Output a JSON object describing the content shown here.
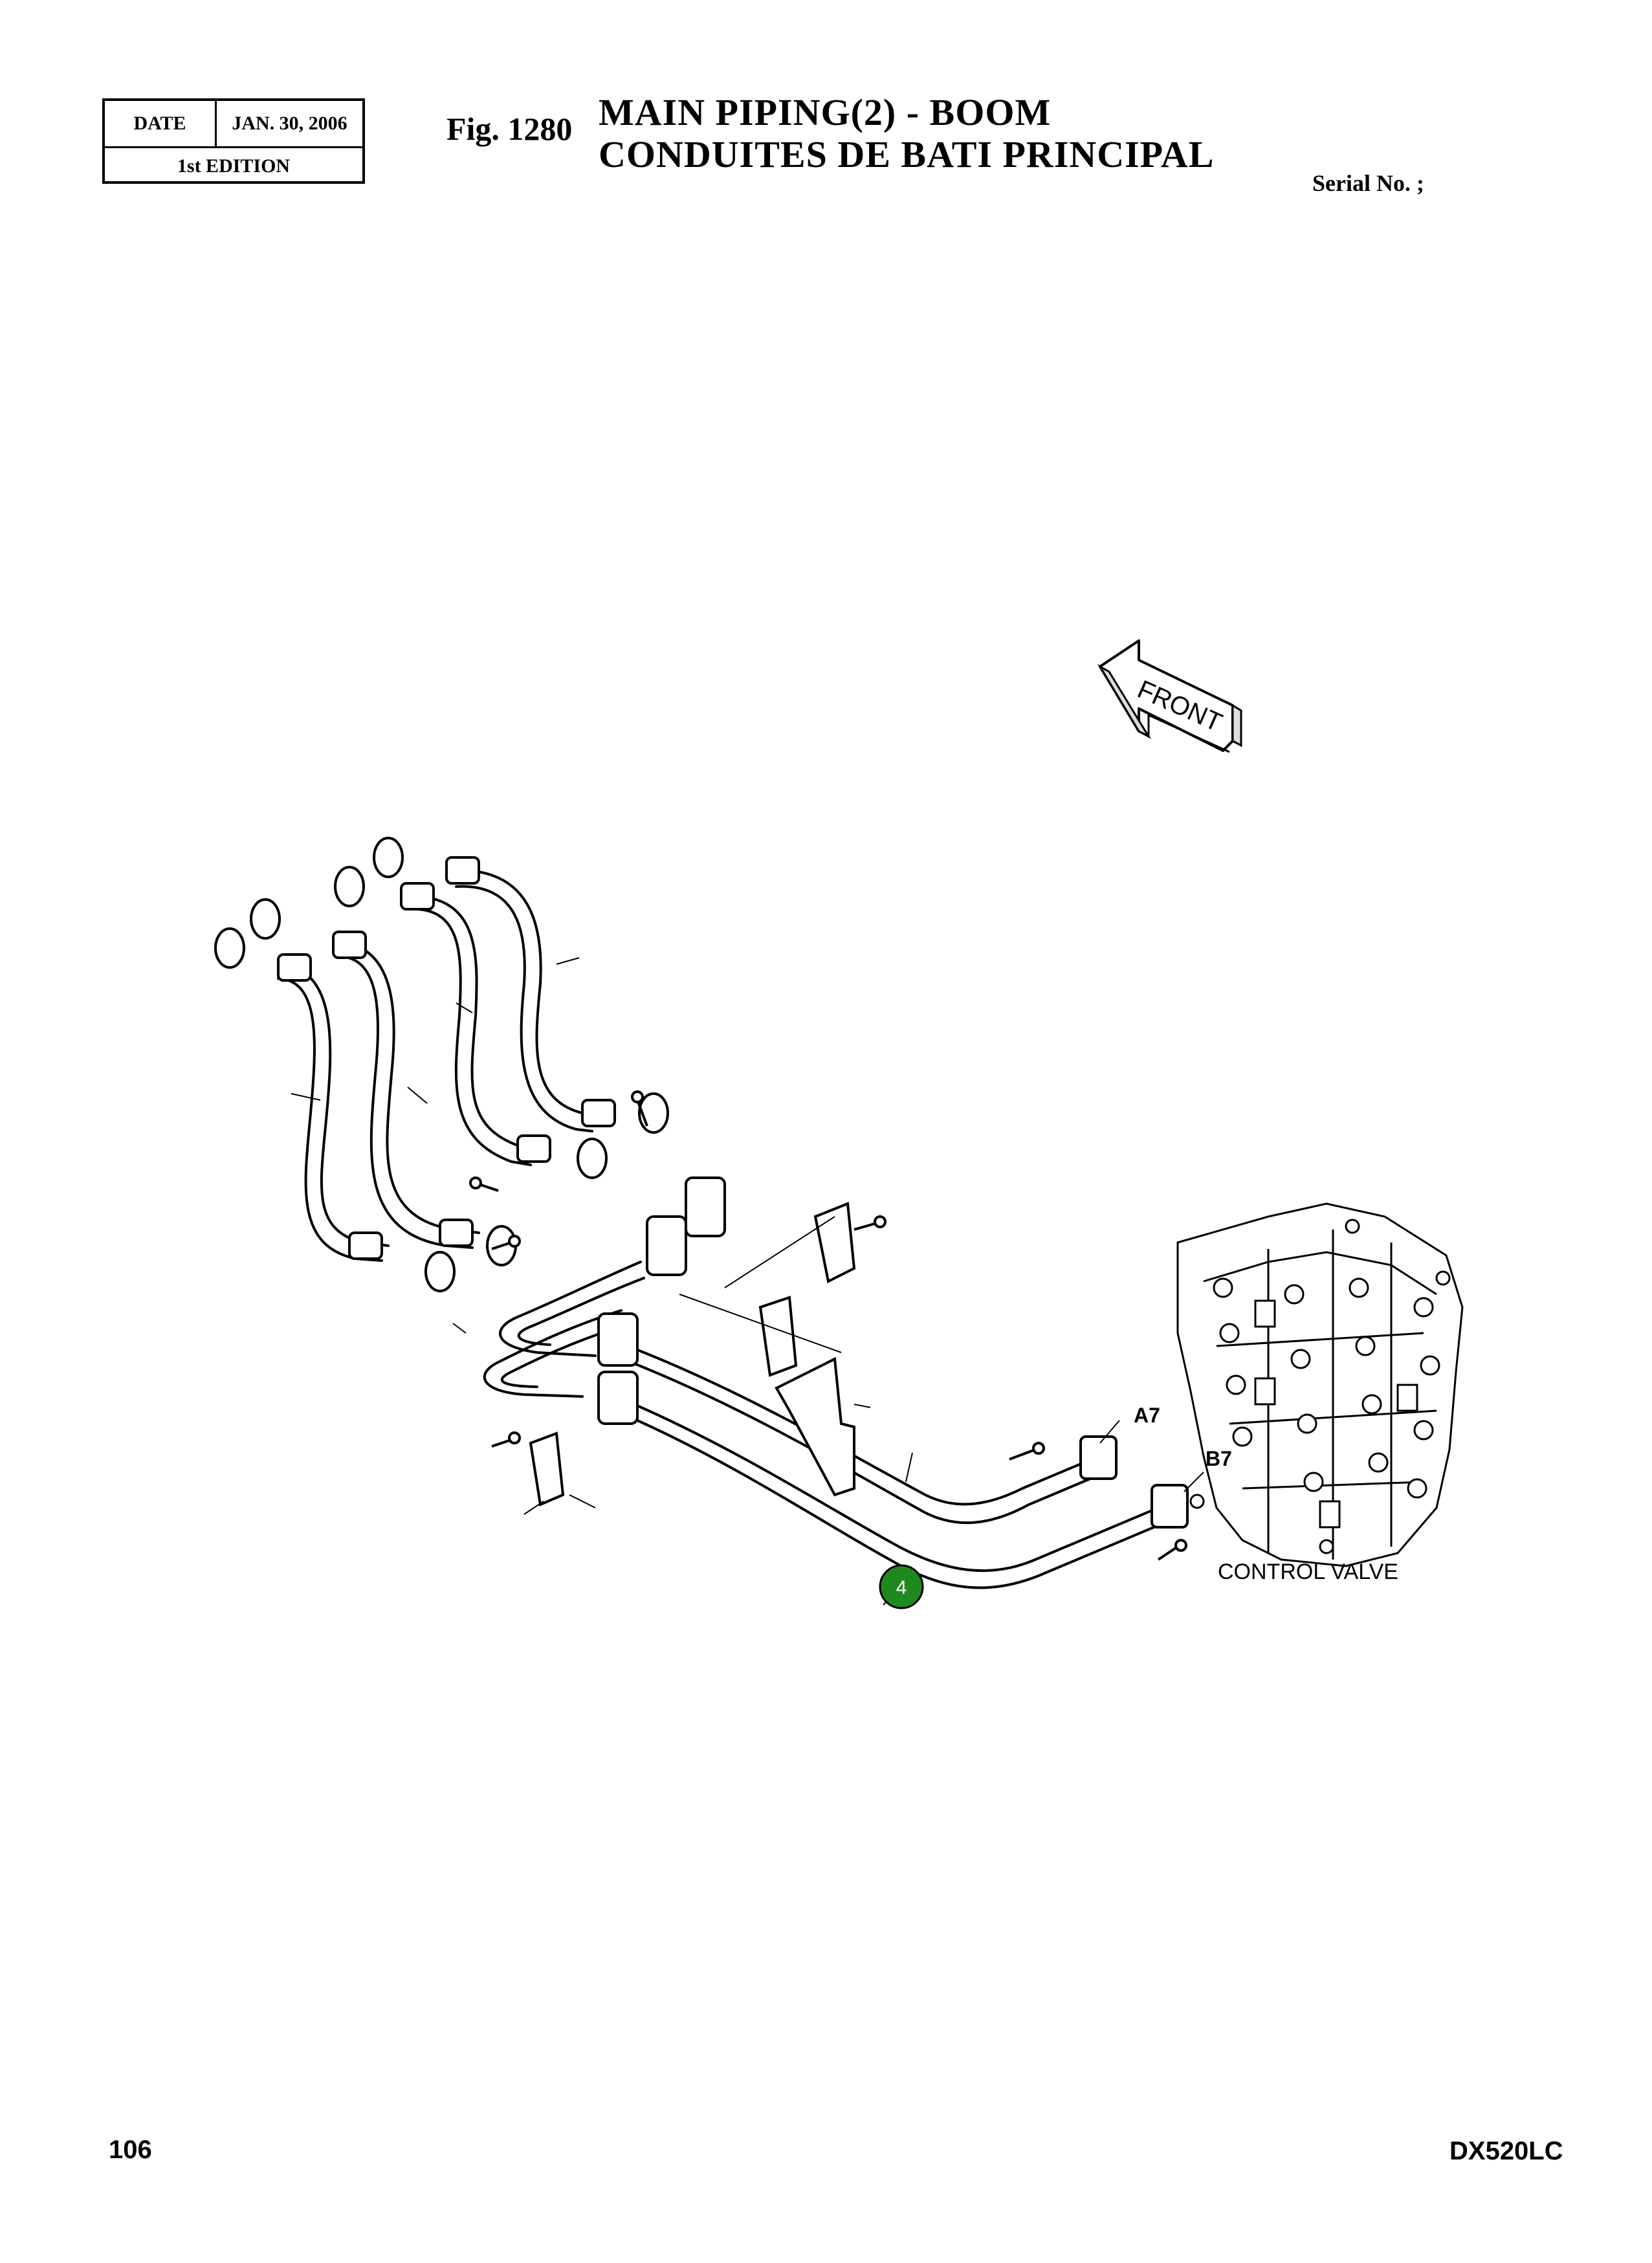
{
  "header": {
    "date_label": "DATE",
    "date_value": "JAN. 30, 2006",
    "edition": "1st EDITION",
    "fig_number": "Fig. 1280",
    "title_en": "MAIN PIPING(2) - BOOM",
    "title_fr": "CONDUITES DE BATI PRINCIPAL",
    "serial": "Serial No. ;"
  },
  "diagram": {
    "front_label": "FRONT",
    "port_a": "A7",
    "port_b": "B7",
    "valve_label": "CONTROL VALVE",
    "callout": "4",
    "callout_color": "#1e8a1e"
  },
  "footer": {
    "page": "106",
    "model": "DX520LC"
  }
}
